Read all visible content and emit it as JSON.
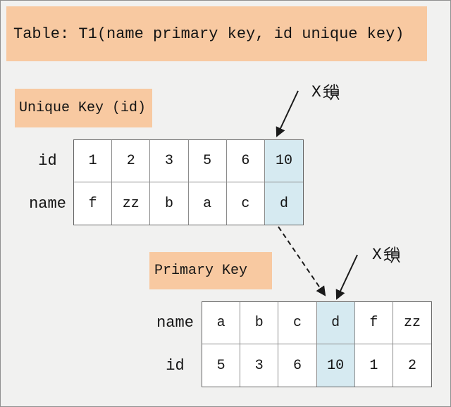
{
  "diagram": {
    "title": "Table: T1(name primary key, id unique key)"
  },
  "unique_key_index": {
    "label": "Unique Key (id)",
    "rows": [
      {
        "header": "id",
        "values": [
          "1",
          "2",
          "3",
          "5",
          "6",
          "10"
        ],
        "highlight_index": 5
      },
      {
        "header": "name",
        "values": [
          "f",
          "zz",
          "b",
          "a",
          "c",
          "d"
        ],
        "highlight_index": 5
      }
    ],
    "lock_annotation": {
      "label": "X锁",
      "latin": "X",
      "hanzi": "锁"
    }
  },
  "primary_key_index": {
    "label": "Primary Key",
    "rows": [
      {
        "header": "name",
        "values": [
          "a",
          "b",
          "c",
          "d",
          "f",
          "zz"
        ],
        "highlight_index": 3
      },
      {
        "header": "id",
        "values": [
          "5",
          "3",
          "6",
          "10",
          "1",
          "2"
        ],
        "highlight_index": 3
      }
    ],
    "lock_annotation": {
      "label": "X锁",
      "latin": "X",
      "hanzi": "锁"
    }
  },
  "colors": {
    "banner_bg": "#f8c9a1",
    "highlight_bg": "#d6eaf1",
    "page_bg": "#f1f1f0",
    "cell_bg": "#ffffff",
    "grid_line": "#8c8c8c",
    "text": "#141414"
  }
}
